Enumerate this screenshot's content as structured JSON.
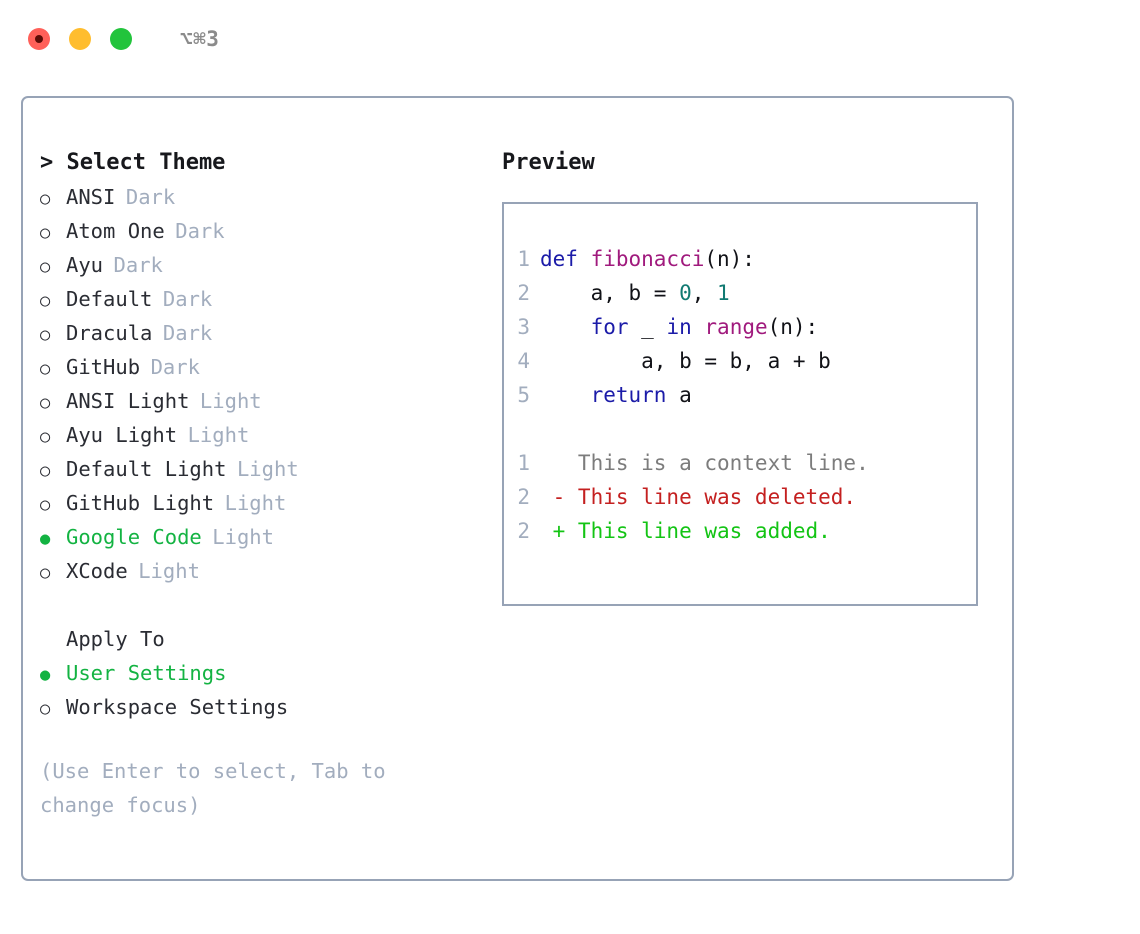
{
  "titlebar": {
    "label": "⌥⌘3",
    "dots": [
      {
        "name": "close-button",
        "color": "#ff6059"
      },
      {
        "name": "minimize-button",
        "color": "#ffbd2e"
      },
      {
        "name": "maximize-button",
        "color": "#22c43c"
      }
    ]
  },
  "theme_picker": {
    "heading": "> Select Theme",
    "bullet_unselected": "○",
    "bullet_selected": "●",
    "options": [
      {
        "name": "ANSI",
        "kind": "Dark",
        "selected": false
      },
      {
        "name": "Atom One",
        "kind": "Dark",
        "selected": false
      },
      {
        "name": "Ayu",
        "kind": "Dark",
        "selected": false
      },
      {
        "name": "Default",
        "kind": "Dark",
        "selected": false
      },
      {
        "name": "Dracula",
        "kind": "Dark",
        "selected": false
      },
      {
        "name": "GitHub",
        "kind": "Dark",
        "selected": false
      },
      {
        "name": "ANSI Light",
        "kind": "Light",
        "selected": false
      },
      {
        "name": "Ayu Light",
        "kind": "Light",
        "selected": false
      },
      {
        "name": "Default Light",
        "kind": "Light",
        "selected": false
      },
      {
        "name": "GitHub Light",
        "kind": "Light",
        "selected": false
      },
      {
        "name": "Google Code",
        "kind": "Light",
        "selected": true
      },
      {
        "name": "XCode",
        "kind": "Light",
        "selected": false
      }
    ]
  },
  "apply_to": {
    "heading": "Apply To",
    "options": [
      {
        "name": "User Settings",
        "selected": true
      },
      {
        "name": "Workspace Settings",
        "selected": false
      }
    ]
  },
  "hint": "(Use Enter to select, Tab to change focus)",
  "preview": {
    "title": "Preview",
    "code_lines": [
      {
        "no": "1",
        "tokens": [
          {
            "t": "def ",
            "c": "kw"
          },
          {
            "t": "fibonacci",
            "c": "fn"
          },
          {
            "t": "(n):",
            "c": "pln"
          }
        ]
      },
      {
        "no": "2",
        "tokens": [
          {
            "t": "    a, b = ",
            "c": "pln"
          },
          {
            "t": "0",
            "c": "num"
          },
          {
            "t": ", ",
            "c": "pln"
          },
          {
            "t": "1",
            "c": "num"
          }
        ]
      },
      {
        "no": "3",
        "tokens": [
          {
            "t": "    ",
            "c": "pln"
          },
          {
            "t": "for",
            "c": "kw"
          },
          {
            "t": " _ ",
            "c": "pln"
          },
          {
            "t": "in",
            "c": "kw"
          },
          {
            "t": " ",
            "c": "pln"
          },
          {
            "t": "range",
            "c": "fn"
          },
          {
            "t": "(n):",
            "c": "pln"
          }
        ]
      },
      {
        "no": "4",
        "tokens": [
          {
            "t": "        a, b = b, a + b",
            "c": "pln"
          }
        ]
      },
      {
        "no": "5",
        "tokens": [
          {
            "t": "    ",
            "c": "pln"
          },
          {
            "t": "return",
            "c": "kw"
          },
          {
            "t": " a",
            "c": "pln"
          }
        ]
      }
    ],
    "diff_lines": [
      {
        "no": "1",
        "tokens": [
          {
            "t": "   This is a context line.",
            "c": "ctx"
          }
        ]
      },
      {
        "no": "2",
        "tokens": [
          {
            "t": " - This line was deleted.",
            "c": "del"
          }
        ]
      },
      {
        "no": "2",
        "tokens": [
          {
            "t": " + This line was added.",
            "c": "add"
          }
        ]
      }
    ]
  },
  "colors": {
    "border": "#97a3b6",
    "accent_green": "#13b342",
    "muted": "#a2adbe",
    "text": "#2a2c33",
    "keyword": "#1b1ba8",
    "function": "#a01a7d",
    "number": "#117a72",
    "diff_add": "#13c414",
    "diff_del": "#c42020",
    "diff_ctx": "#7c7c7c"
  }
}
